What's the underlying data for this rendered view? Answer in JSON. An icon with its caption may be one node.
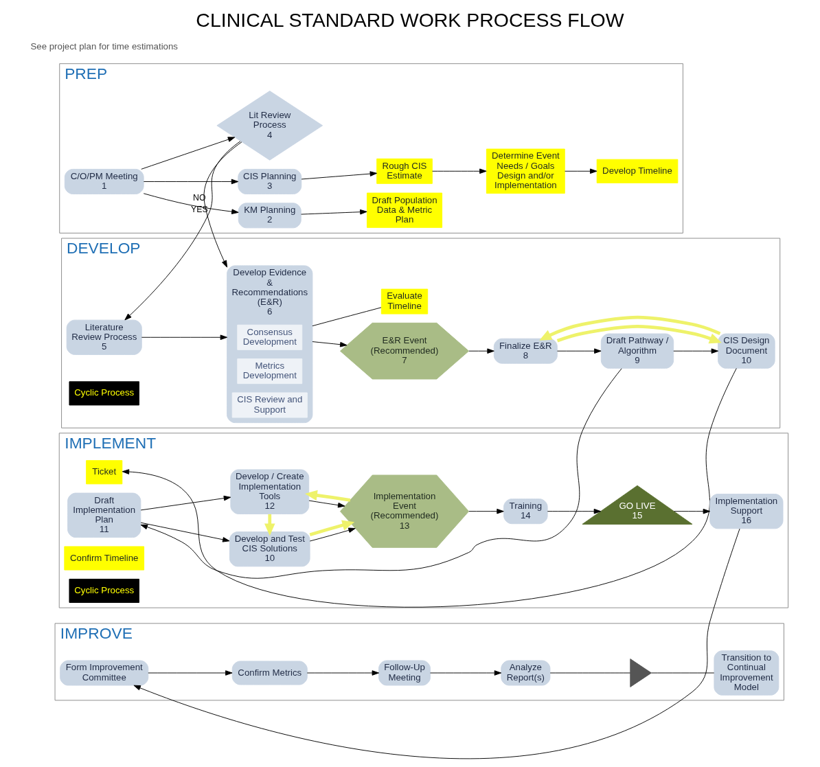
{
  "diagram": {
    "title": "CLINICAL STANDARD WORK PROCESS FLOW",
    "nodes": [
      {
        "text": [
          "PREP"
        ]
      },
      {
        "text": [
          "DEVELOP"
        ]
      },
      {
        "text": [
          "IMPLEMENT"
        ]
      },
      {
        "text": [
          "IMPROVE"
        ]
      },
      {
        "text": [
          "C/O/PM Meeting",
          "1"
        ],
        "in": 0
      },
      {
        "text": [
          "KM Planning",
          "2"
        ],
        "in": 0
      },
      {
        "text": [
          "CIS Planning",
          "3"
        ],
        "in": 0
      },
      {
        "text": [
          "Lit Review Process",
          "4"
        ],
        "in": 0
      },
      {
        "text": [
          "Draft Population Data & Metric Plan"
        ],
        "in": 0
      },
      {
        "text": [
          "Rough CIS Estimate"
        ],
        "in": 0
      },
      {
        "text": [
          "Determine Event Needs / Goals",
          "Design and/or Implementation"
        ],
        "in": 0
      },
      {
        "text": [
          "Develop Timeline"
        ],
        "in": 0
      },
      {
        "text": [
          "Literature Review Process",
          "5"
        ],
        "in": 1
      },
      {
        "text": [
          "Develop Evidence & Recommendations (E&R)",
          "6"
        ],
        "in": 1
      },
      {
        "text": [
          "Consensus Development"
        ],
        "in": 13
      },
      {
        "text": [
          "Metrics Development"
        ],
        "in": 13
      },
      {
        "text": [
          "CIS Review and Support"
        ],
        "in": 13
      },
      {
        "text": [
          "E&R Event",
          "(Recommended)",
          "7"
        ],
        "in": 1
      },
      {
        "text": [
          "Evaluate Timeline"
        ],
        "in": 1
      },
      {
        "text": [
          "Finalize E&R",
          "8"
        ],
        "in": 1
      },
      {
        "text": [
          "Draft Pathway / Algorithm",
          "9"
        ],
        "in": 1
      },
      {
        "text": [
          "CIS Design Document",
          "10"
        ],
        "in": 1
      },
      {
        "text": [
          "Cyclic Process"
        ],
        "in": 1
      },
      {
        "text": [
          "Ticket"
        ],
        "in": 2
      },
      {
        "text": [
          "Draft Implementation Plan",
          "11"
        ],
        "in": 2
      },
      {
        "text": [
          "Develop and Test CIS Solutions",
          "10"
        ],
        "in": 2
      },
      {
        "text": [
          "Develop / Create Implementation Tools",
          "12"
        ],
        "in": 2
      },
      {
        "text": [
          "Confirm Timeline"
        ],
        "in": 2
      },
      {
        "text": [
          "Implementation Event",
          "(Recommended)",
          "13"
        ],
        "in": 2
      },
      {
        "text": [
          "Cyclic Process"
        ],
        "in": 2
      },
      {
        "text": [
          "Training",
          "14"
        ],
        "in": 2
      },
      {
        "text": [
          "GO LIVE",
          "15"
        ],
        "in": 2
      },
      {
        "text": [
          "Implementation Support",
          "16"
        ],
        "in": 2
      },
      {
        "text": [
          "Form Improvement Committee"
        ],
        "in": 3
      },
      {
        "text": [
          "Confirm Metrics"
        ],
        "in": 3
      },
      {
        "text": [
          "Follow-Up Meeting"
        ],
        "in": 3
      },
      {
        "text": [
          "Analyze Report(s)"
        ],
        "in": 3
      },
      {
        "text": [],
        "shape": "triangle",
        "in": 3
      },
      {
        "text": [
          "Transition to Continual Improvement Model"
        ],
        "in": 3
      }
    ],
    "edges": [
      {
        "from": 4,
        "to": 5,
        "arrow": "to"
      },
      {
        "from": 4,
        "to": 6,
        "arrow": "to"
      },
      {
        "from": 4,
        "to": 7,
        "arrow": "to"
      },
      {
        "from": 5,
        "to": 8,
        "arrow": "to"
      },
      {
        "from": 6,
        "to": 9,
        "arrow": "to"
      },
      {
        "from": 9,
        "to": 10,
        "arrow": "to"
      },
      {
        "from": 10,
        "to": 11,
        "arrow": "to"
      },
      {
        "from": 7,
        "to": 12,
        "arrow": "to",
        "label": "YES"
      },
      {
        "from": 7,
        "to": 13,
        "arrow": "to",
        "label": "NO"
      },
      {
        "from": 12,
        "to": 13,
        "arrow": "to"
      },
      {
        "from": 13,
        "to": 17,
        "arrow": "to"
      },
      {
        "from": 13,
        "to": 18,
        "arrow": "none"
      },
      {
        "from": 17,
        "to": 19,
        "arrow": "to"
      },
      {
        "from": 19,
        "to": 20,
        "arrow": "to"
      },
      {
        "from": 20,
        "to": 21,
        "arrow": "to"
      },
      {
        "from": 19,
        "to": 21,
        "arrow": "to",
        "style": "thick",
        "color": "#eef26a"
      },
      {
        "from": 21,
        "to": 19,
        "arrow": "to",
        "style": "thick",
        "color": "#eef26a"
      },
      {
        "from": 21,
        "to": 23,
        "arrow": "to"
      },
      {
        "from": 20,
        "to": 24,
        "arrow": "to"
      },
      {
        "from": 24,
        "to": 25,
        "arrow": "to"
      },
      {
        "from": 24,
        "to": 26,
        "arrow": "to"
      },
      {
        "from": 25,
        "to": 28,
        "arrow": "to"
      },
      {
        "from": 26,
        "to": 28,
        "arrow": "to"
      },
      {
        "from": 26,
        "to": 25,
        "arrow": "to",
        "style": "thick",
        "color": "#eef26a"
      },
      {
        "from": 25,
        "to": 28,
        "arrow": "to",
        "style": "thick",
        "color": "#eef26a"
      },
      {
        "from": 28,
        "to": 26,
        "arrow": "to",
        "style": "thick",
        "color": "#eef26a"
      },
      {
        "from": 28,
        "to": 30,
        "arrow": "to"
      },
      {
        "from": 30,
        "to": 31,
        "arrow": "to"
      },
      {
        "from": 31,
        "to": 32,
        "arrow": "to"
      },
      {
        "from": 32,
        "to": 33,
        "arrow": "to"
      },
      {
        "from": 33,
        "to": 34,
        "arrow": "to"
      },
      {
        "from": 34,
        "to": 35,
        "arrow": "to"
      },
      {
        "from": 35,
        "to": 36,
        "arrow": "to"
      },
      {
        "from": 36,
        "to": 37,
        "arrow": "none"
      },
      {
        "from": 37,
        "to": 38,
        "arrow": "none"
      }
    ],
    "labels": [
      "See project plan for time estimations"
    ]
  }
}
